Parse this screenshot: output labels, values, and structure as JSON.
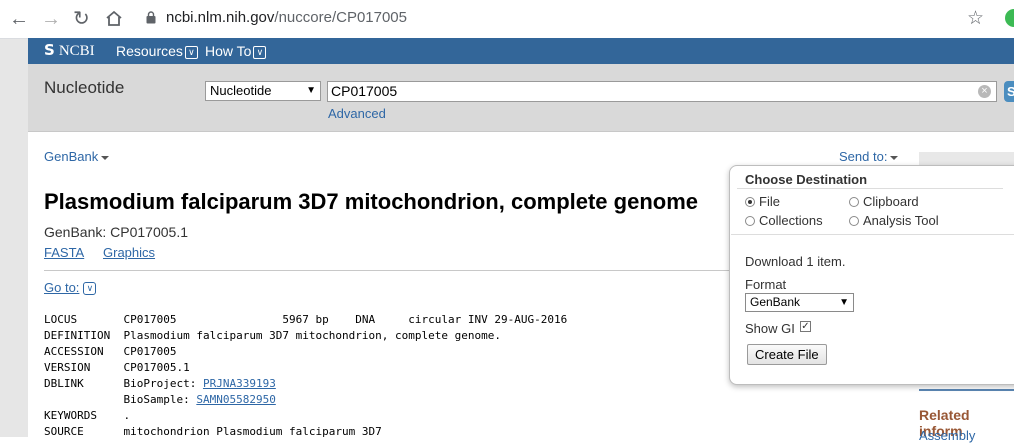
{
  "browser": {
    "url_host": "ncbi.nlm.nih.gov",
    "url_path": "/nuccore/CP017005"
  },
  "ncbi": {
    "logo_text": "NCBI",
    "menu": [
      "Resources",
      "How To"
    ]
  },
  "search": {
    "db_title": "Nucleotide",
    "db_selected": "Nucleotide",
    "query": "CP017005",
    "advanced_label": "Advanced",
    "search_label": "S"
  },
  "record": {
    "format_label": "GenBank",
    "send_to_label": "Send to:",
    "title": "Plasmodium falciparum 3D7 mitochondrion, complete genome",
    "accession_line": "GenBank: CP017005.1",
    "links": [
      "FASTA",
      "Graphics"
    ],
    "goto_label": "Go to:",
    "flatfile": [
      {
        "key": "LOCUS",
        "value": "CP017005                5967 bp    DNA     circular INV 29-AUG-2016"
      },
      {
        "key": "DEFINITION",
        "value": "Plasmodium falciparum 3D7 mitochondrion, complete genome."
      },
      {
        "key": "ACCESSION",
        "value": "CP017005"
      },
      {
        "key": "VERSION",
        "value": "CP017005.1"
      },
      {
        "key": "DBLINK",
        "prefix": "BioProject: ",
        "link": "PRJNA339193"
      },
      {
        "key": "",
        "prefix": "BioSample: ",
        "link": "SAMN05582950"
      },
      {
        "key": "KEYWORDS",
        "value": "."
      },
      {
        "key": "SOURCE",
        "value": "mitochondrion Plasmodium falciparum 3D7"
      }
    ]
  },
  "sidebar": {
    "related_title": "Related inform",
    "assembly_link": "Assembly"
  },
  "send_popup": {
    "heading": "Choose Destination",
    "options": [
      {
        "label": "File",
        "selected": true
      },
      {
        "label": "Clipboard",
        "selected": false
      },
      {
        "label": "Collections",
        "selected": false
      },
      {
        "label": "Analysis Tool",
        "selected": false
      }
    ],
    "download_text": "Download 1 item.",
    "format_label": "Format",
    "format_value": "GenBank",
    "show_gi_label": "Show GI",
    "show_gi_checked": true,
    "create_button": "Create File"
  },
  "colors": {
    "ncbi_blue": "#336699",
    "link_blue": "#2e67a6",
    "related_brown": "#985735"
  }
}
